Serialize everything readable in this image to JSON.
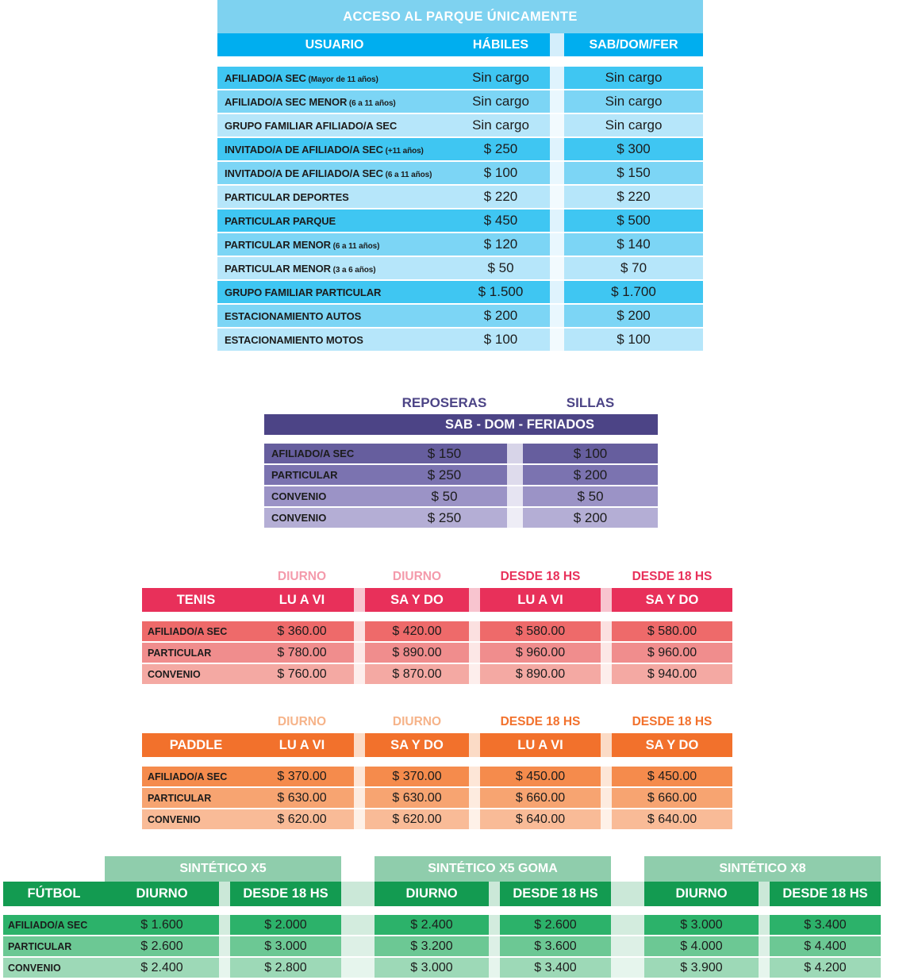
{
  "colors": {
    "blue_title": "#7ED2F0",
    "blue_header": "#00AEEF",
    "purple_band": "#4C4486",
    "tenis_accent": "#E8305A",
    "paddle_accent": "#F2712C",
    "futbol_accent": "#139B51",
    "futbol_group": "#8FCDAC"
  },
  "acceso": {
    "title": "ACCESO AL PARQUE ÚNICAMENTE",
    "headers": [
      "USUARIO",
      "HÁBILES",
      "SAB/DOM/FER"
    ],
    "rows": [
      {
        "label": "AFILIADO/A SEC",
        "note": "(Mayor de 11 años)",
        "habiles": "Sin cargo",
        "sabdom": "Sin cargo"
      },
      {
        "label": "AFILIADO/A SEC MENOR",
        "note": "(6 a 11 años)",
        "habiles": "Sin cargo",
        "sabdom": "Sin cargo"
      },
      {
        "label": "GRUPO FAMILIAR AFILIADO/A SEC",
        "note": "",
        "habiles": "Sin cargo",
        "sabdom": "Sin cargo"
      },
      {
        "label": "INVITADO/A DE AFILIADO/A SEC",
        "note": "(+11 años)",
        "habiles": "$ 250",
        "sabdom": "$ 300"
      },
      {
        "label": "INVITADO/A DE AFILIADO/A SEC",
        "note": "(6 a 11 años)",
        "habiles": "$ 100",
        "sabdom": "$ 150"
      },
      {
        "label": "PARTICULAR DEPORTES",
        "note": "",
        "habiles": "$ 220",
        "sabdom": "$ 220"
      },
      {
        "label": "PARTICULAR PARQUE",
        "note": "",
        "habiles": "$ 450",
        "sabdom": "$ 500"
      },
      {
        "label": "PARTICULAR MENOR",
        "note": "(6 a 11 años)",
        "habiles": "$ 120",
        "sabdom": "$ 140"
      },
      {
        "label": "PARTICULAR MENOR",
        "note": "(3 a 6 años)",
        "habiles": "$ 50",
        "sabdom": "$ 70"
      },
      {
        "label": "GRUPO FAMILIAR PARTICULAR",
        "note": "",
        "habiles": "$ 1.500",
        "sabdom": "$ 1.700"
      },
      {
        "label": "ESTACIONAMIENTO AUTOS",
        "note": "",
        "habiles": "$ 200",
        "sabdom": "$ 200"
      },
      {
        "label": "ESTACIONAMIENTO MOTOS",
        "note": "",
        "habiles": "$ 100",
        "sabdom": "$ 100"
      }
    ]
  },
  "reposeras": {
    "col1": "REPOSERAS",
    "col2": "SILLAS",
    "band": "SAB - DOM - FERIADOS",
    "rows": [
      {
        "label": "AFILIADO/A SEC",
        "reposeras": "$ 150",
        "sillas": "$ 100"
      },
      {
        "label": "PARTICULAR",
        "reposeras": "$ 250",
        "sillas": "$ 200"
      },
      {
        "label": "CONVENIO",
        "reposeras": "$ 50",
        "sillas": "$ 50"
      },
      {
        "label": "CONVENIO",
        "reposeras": "$ 250",
        "sillas": "$ 200"
      }
    ]
  },
  "tenis": {
    "name": "TENIS",
    "top_labels": [
      "DIURNO",
      "DIURNO",
      "DESDE 18 HS",
      "DESDE 18 HS"
    ],
    "band_labels": [
      "LU A VI",
      "SA Y DO",
      "LU A VI",
      "SA Y DO"
    ],
    "rows": [
      {
        "label": "AFILIADO/A SEC",
        "values": [
          "$ 360.00",
          "$ 420.00",
          "$ 580.00",
          "$ 580.00"
        ]
      },
      {
        "label": "PARTICULAR",
        "values": [
          "$ 780.00",
          "$ 890.00",
          "$ 960.00",
          "$ 960.00"
        ]
      },
      {
        "label": "CONVENIO",
        "values": [
          "$ 760.00",
          "$ 870.00",
          "$ 890.00",
          "$ 940.00"
        ]
      }
    ]
  },
  "paddle": {
    "name": "PADDLE",
    "top_labels": [
      "DIURNO",
      "DIURNO",
      "DESDE 18 HS",
      "DESDE 18 HS"
    ],
    "band_labels": [
      "LU A VI",
      "SA Y DO",
      "LU A VI",
      "SA Y DO"
    ],
    "rows": [
      {
        "label": "AFILIADO/A SEC",
        "values": [
          "$ 370.00",
          "$ 370.00",
          "$ 450.00",
          "$ 450.00"
        ]
      },
      {
        "label": "PARTICULAR",
        "values": [
          "$ 630.00",
          "$ 630.00",
          "$ 660.00",
          "$ 660.00"
        ]
      },
      {
        "label": "CONVENIO",
        "values": [
          "$ 620.00",
          "$ 620.00",
          "$ 640.00",
          "$ 640.00"
        ]
      }
    ]
  },
  "futbol": {
    "name": "FÚTBOL",
    "groups": [
      "SINTÉTICO X5",
      "SINTÉTICO X5 GOMA",
      "SINTÉTICO X8"
    ],
    "sub_headers": [
      "DIURNO",
      "DESDE 18 HS",
      "DIURNO",
      "DESDE 18 HS",
      "DIURNO",
      "DESDE 18 HS"
    ],
    "rows": [
      {
        "label": "AFILIADO/A SEC",
        "values": [
          "$ 1.600",
          "$ 2.000",
          "$ 2.400",
          "$ 2.600",
          "$ 3.000",
          "$ 3.400"
        ]
      },
      {
        "label": "PARTICULAR",
        "values": [
          "$ 2.600",
          "$ 3.000",
          "$ 3.200",
          "$ 3.600",
          "$ 4.000",
          "$ 4.400"
        ]
      },
      {
        "label": "CONVENIO",
        "values": [
          "$ 2.400",
          "$ 2.800",
          "$ 3.000",
          "$ 3.400",
          "$ 3.900",
          "$ 4.200"
        ]
      }
    ]
  }
}
